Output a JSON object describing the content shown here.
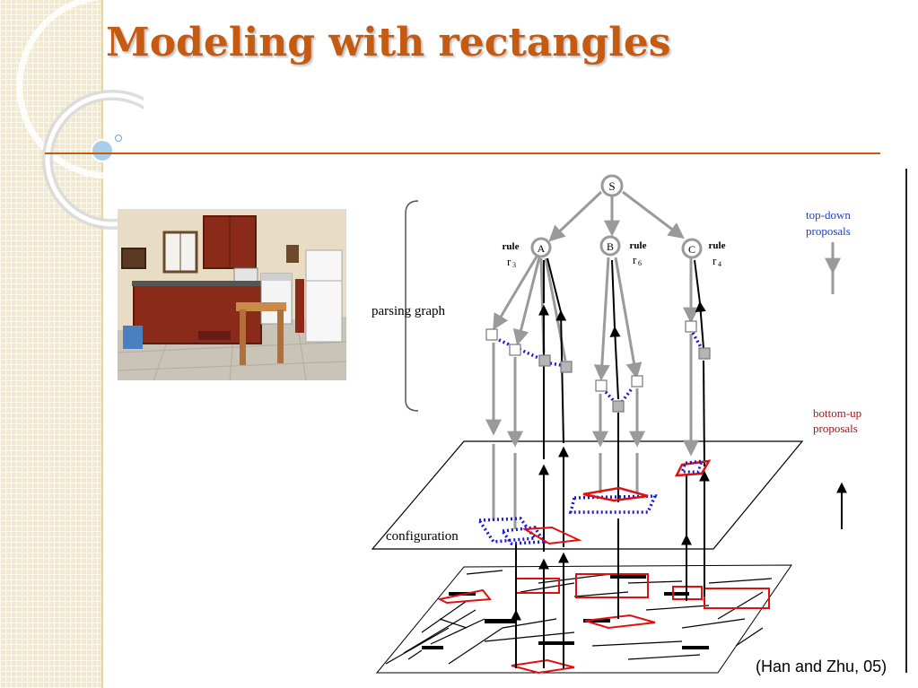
{
  "slide": {
    "title": "Modeling with rectangles",
    "citation": "(Han and Zhu, 05)"
  },
  "diagram": {
    "root_label": "S",
    "nodes": [
      {
        "label": "A",
        "rule_word": "rule",
        "rule_name": "r",
        "rule_sub": "3"
      },
      {
        "label": "B",
        "rule_word": "rule",
        "rule_name": "r",
        "rule_sub": "6"
      },
      {
        "label": "C",
        "rule_word": "rule",
        "rule_name": "r",
        "rule_sub": "4"
      }
    ],
    "parsing_graph_label": "parsing graph",
    "configuration_label": "configuration",
    "legend": {
      "top_down": [
        "top-down",
        "proposals"
      ],
      "bottom_up": [
        "bottom-up",
        "proposals"
      ]
    }
  },
  "colors": {
    "title": "#c55a11",
    "rule_line": "#c55a11",
    "gray_edges": "#9a9a9a",
    "bottom_up_arrows": "#000000",
    "dotted_links": "#1a1ad6",
    "rect_outlines": "#e01010",
    "top_down_legend_text": "#1f3fbf",
    "bottom_up_legend_text": "#a01818"
  }
}
